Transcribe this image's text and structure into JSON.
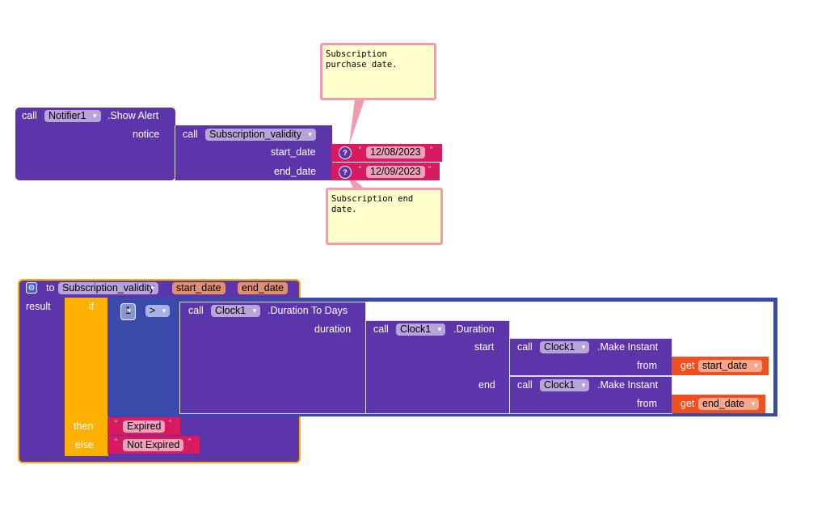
{
  "comments": [
    {
      "text": "Subscription purchase date."
    },
    {
      "text": "Subscription end date."
    }
  ],
  "call_block": {
    "call": "call",
    "component": "Notifier1",
    "method": ".Show Alert",
    "notice": "notice",
    "inner_call": "call",
    "procedure": "Subscription_validity",
    "start_label": "start_date",
    "end_label": "end_date",
    "start_value": "12/08/2023",
    "end_value": "12/09/2023",
    "help": "?"
  },
  "proc_block": {
    "to": "to",
    "name": "Subscription_validity",
    "params": [
      "start_date",
      "end_date"
    ],
    "result": "result",
    "if": "if",
    "then": "then",
    "else": "else",
    "number": "1",
    "operator": ">",
    "call": "call",
    "clock": "Clock1",
    "duration_to_days": ".Duration To Days",
    "duration_label": "duration",
    "duration": ".Duration",
    "start": "start",
    "end": "end",
    "make_instant": ".Make Instant",
    "from": "from",
    "get": "get",
    "then_value": "Expired",
    "else_value": "Not Expired"
  },
  "colors": {
    "procedure": "#5C35AB",
    "text": "#D81B60",
    "logic": "#FFB000",
    "math": "#3A4AAB",
    "variable": "#F0501E"
  }
}
